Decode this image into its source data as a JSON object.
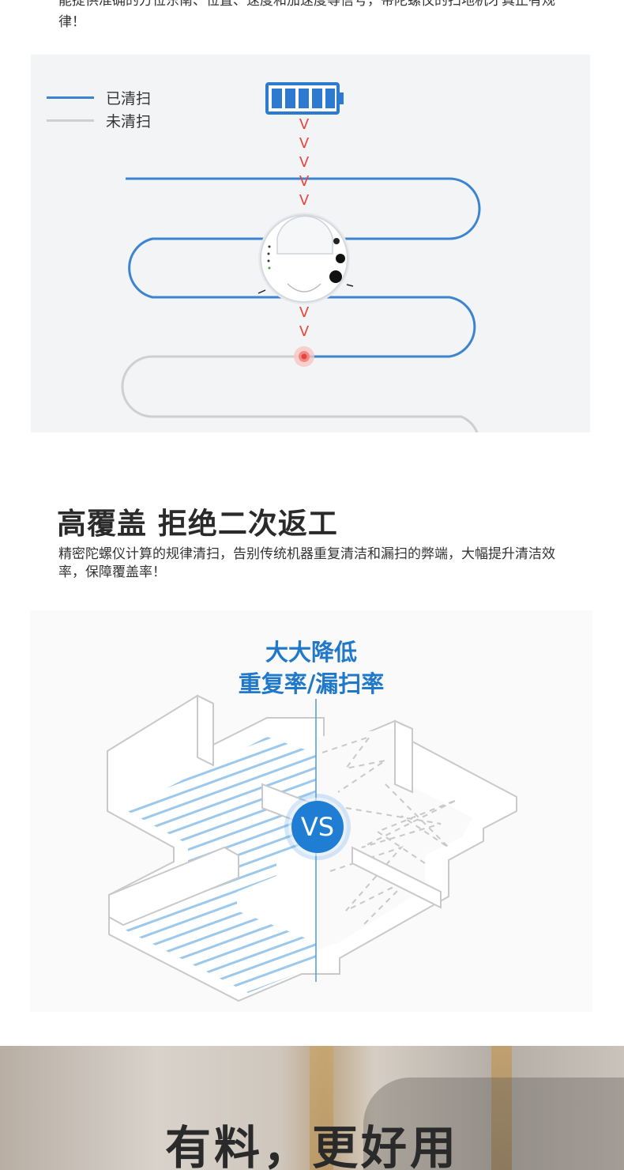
{
  "intro": {
    "text": "能提供准确的方位东南、位置、速度和加速度等信号，带陀螺仪的扫地机才真正有规律！"
  },
  "panel1": {
    "legend": {
      "cleaned_label": "已清扫",
      "uncleaned_label": "未清扫"
    },
    "arrow_glyph": "V",
    "colors": {
      "cleaned": "#3c84cf",
      "uncleaned": "#cfcfcf",
      "arrow": "#e8443c"
    }
  },
  "section": {
    "title": "高覆盖 拒绝二次返工",
    "description": "精密陀螺仪计算的规律清扫，告别传统机器重复清洁和漏扫的弊端，大幅提升清洁效率，保障覆盖率！"
  },
  "panel2": {
    "title_line1": "大大降低",
    "title_line2": "重复率/漏扫率",
    "vs_label": "VS",
    "colors": {
      "accent": "#2078c8",
      "stripe": "#9cc8ec"
    }
  },
  "banner": {
    "title": "有料，更好用"
  }
}
